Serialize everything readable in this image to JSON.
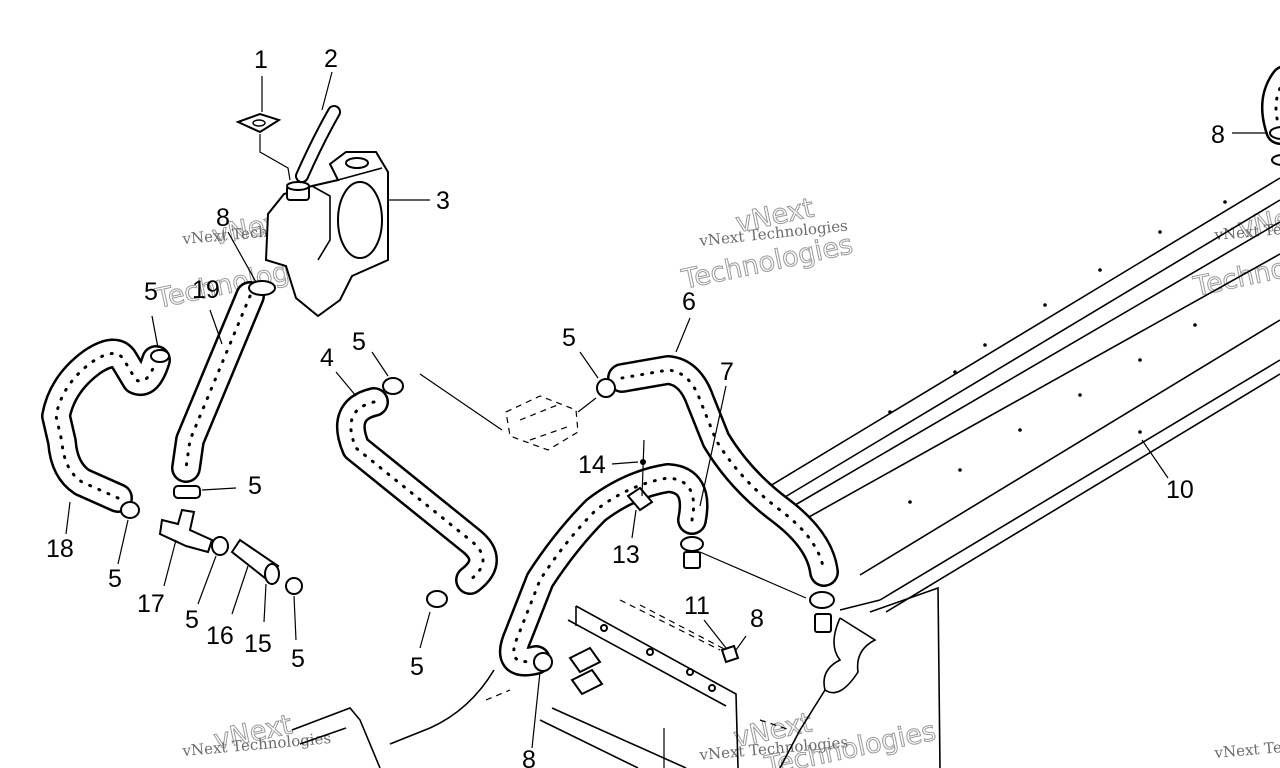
{
  "callouts": {
    "c1": "1",
    "c2": "2",
    "c3": "3",
    "c4": "4",
    "c5a": "5",
    "c5b": "5",
    "c5c": "5",
    "c5d": "5",
    "c5e": "5",
    "c5f": "5",
    "c5g": "5",
    "c5h": "5",
    "c6": "6",
    "c7": "7",
    "c8a": "8",
    "c8b": "8",
    "c8c": "8",
    "c8d": "8",
    "c10": "10",
    "c11": "11",
    "c13": "13",
    "c14": "14",
    "c15": "15",
    "c16": "16",
    "c17": "17",
    "c18": "18",
    "c19": "19"
  },
  "watermark": {
    "company": "vNext Technologies",
    "brand_top": "vNext",
    "brand_bottom": "Technologies"
  }
}
